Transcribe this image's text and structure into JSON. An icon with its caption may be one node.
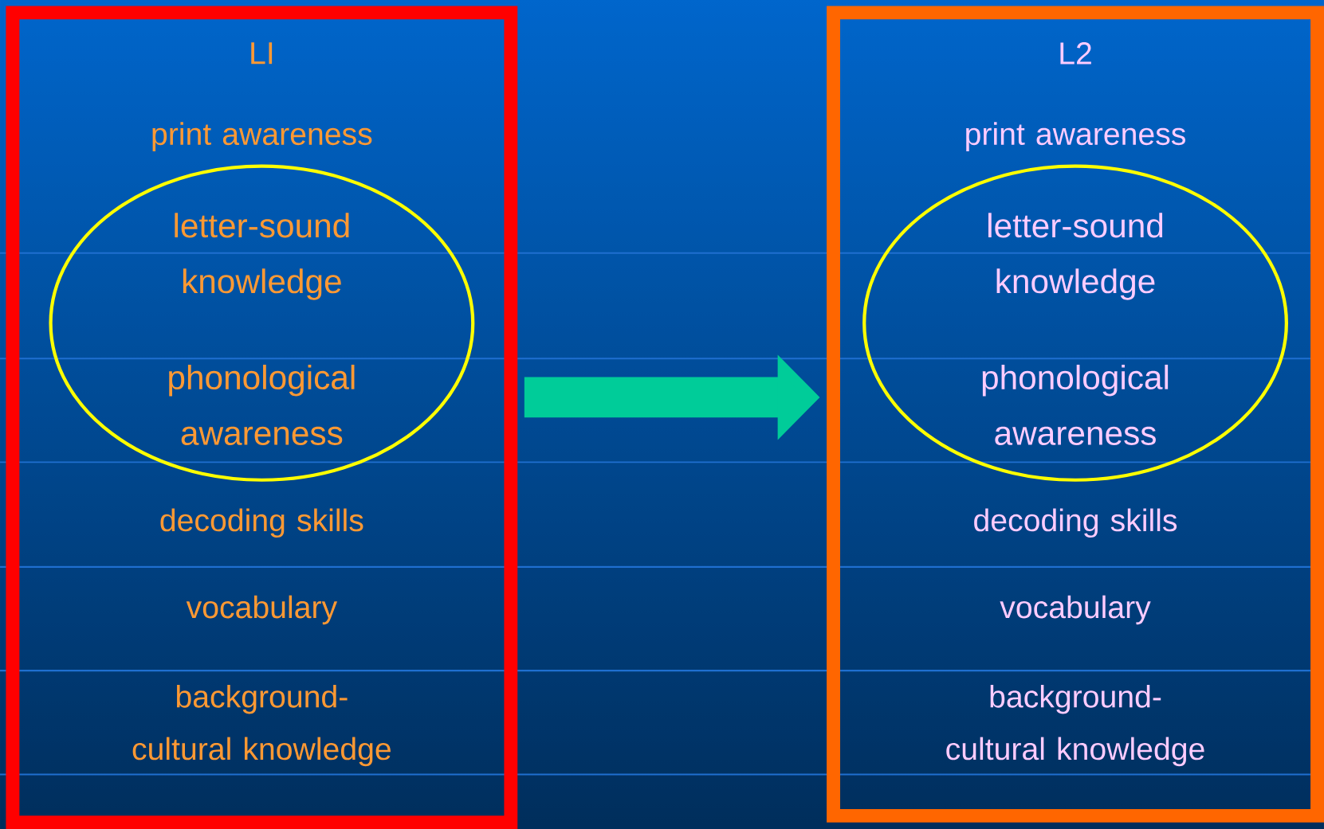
{
  "diagram": {
    "nodes": [
      {
        "text": [
          "LI",
          "print awareness",
          "decoding skills",
          "vocabulary",
          "background-cultural knowledge"
        ]
      },
      {
        "text": [
          "letter-sound knowledge",
          "phonological awareness"
        ],
        "in": 0
      },
      {
        "text": [
          "L2",
          "print awareness",
          "decoding skills",
          "vocabulary",
          "background-cultural knowledge"
        ]
      },
      {
        "text": [
          "letter-sound knowledge",
          "phonological awareness"
        ],
        "in": 2
      }
    ],
    "edges": [
      {
        "from": 0,
        "to": 2,
        "arrow": "to"
      }
    ]
  }
}
